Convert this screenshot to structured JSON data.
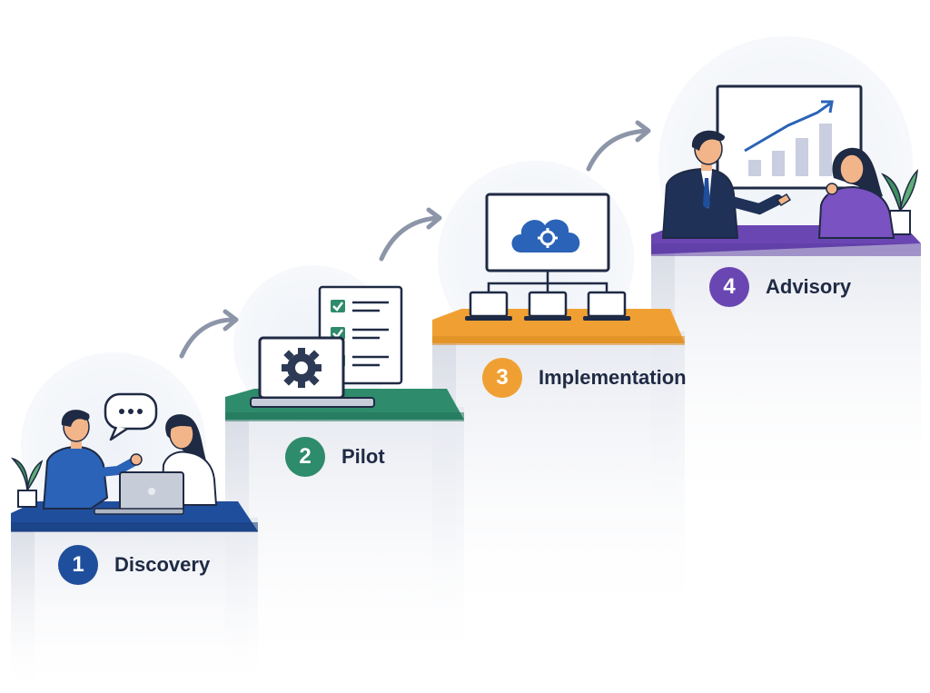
{
  "steps": [
    {
      "number": "1",
      "label": "Discovery",
      "color": "#1f4e9c"
    },
    {
      "number": "2",
      "label": "Pilot",
      "color": "#2e8b6b"
    },
    {
      "number": "3",
      "label": "Implementation",
      "color": "#f0a033"
    },
    {
      "number": "4",
      "label": "Advisory",
      "color": "#6a46b3"
    }
  ]
}
